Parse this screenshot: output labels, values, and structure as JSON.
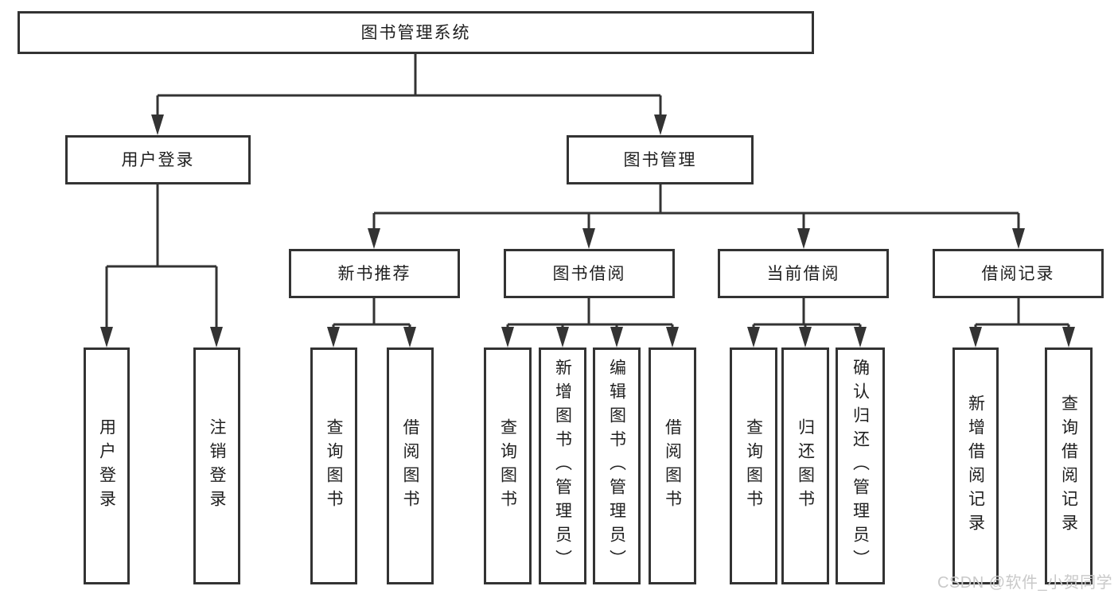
{
  "diagram": {
    "root": {
      "label": "图书管理系统"
    },
    "tree": {
      "children": [
        {
          "label": "用户登录",
          "children": [
            {
              "label": "用户登录"
            },
            {
              "label": "注销登录"
            }
          ]
        },
        {
          "label": "图书管理",
          "children": [
            {
              "label": "新书推荐",
              "children": [
                {
                  "label": "查询图书"
                },
                {
                  "label": "借阅图书"
                }
              ]
            },
            {
              "label": "图书借阅",
              "children": [
                {
                  "label": "查询图书"
                },
                {
                  "label": "新增图书（管理员）"
                },
                {
                  "label": "编辑图书（管理员）"
                },
                {
                  "label": "借阅图书"
                }
              ]
            },
            {
              "label": "当前借阅",
              "children": [
                {
                  "label": "查询图书"
                },
                {
                  "label": "归还图书"
                },
                {
                  "label": "确认归还（管理员）"
                }
              ]
            },
            {
              "label": "借阅记录",
              "children": [
                {
                  "label": "新增借阅记录"
                },
                {
                  "label": "查询借阅记录"
                }
              ]
            }
          ]
        }
      ]
    }
  },
  "watermark": {
    "text": "CSDN @软件_小贺同学"
  },
  "colors": {
    "line": "#333333",
    "text": "#1f1f1f",
    "watermark": "#c9c9c9",
    "background": "#ffffff"
  }
}
